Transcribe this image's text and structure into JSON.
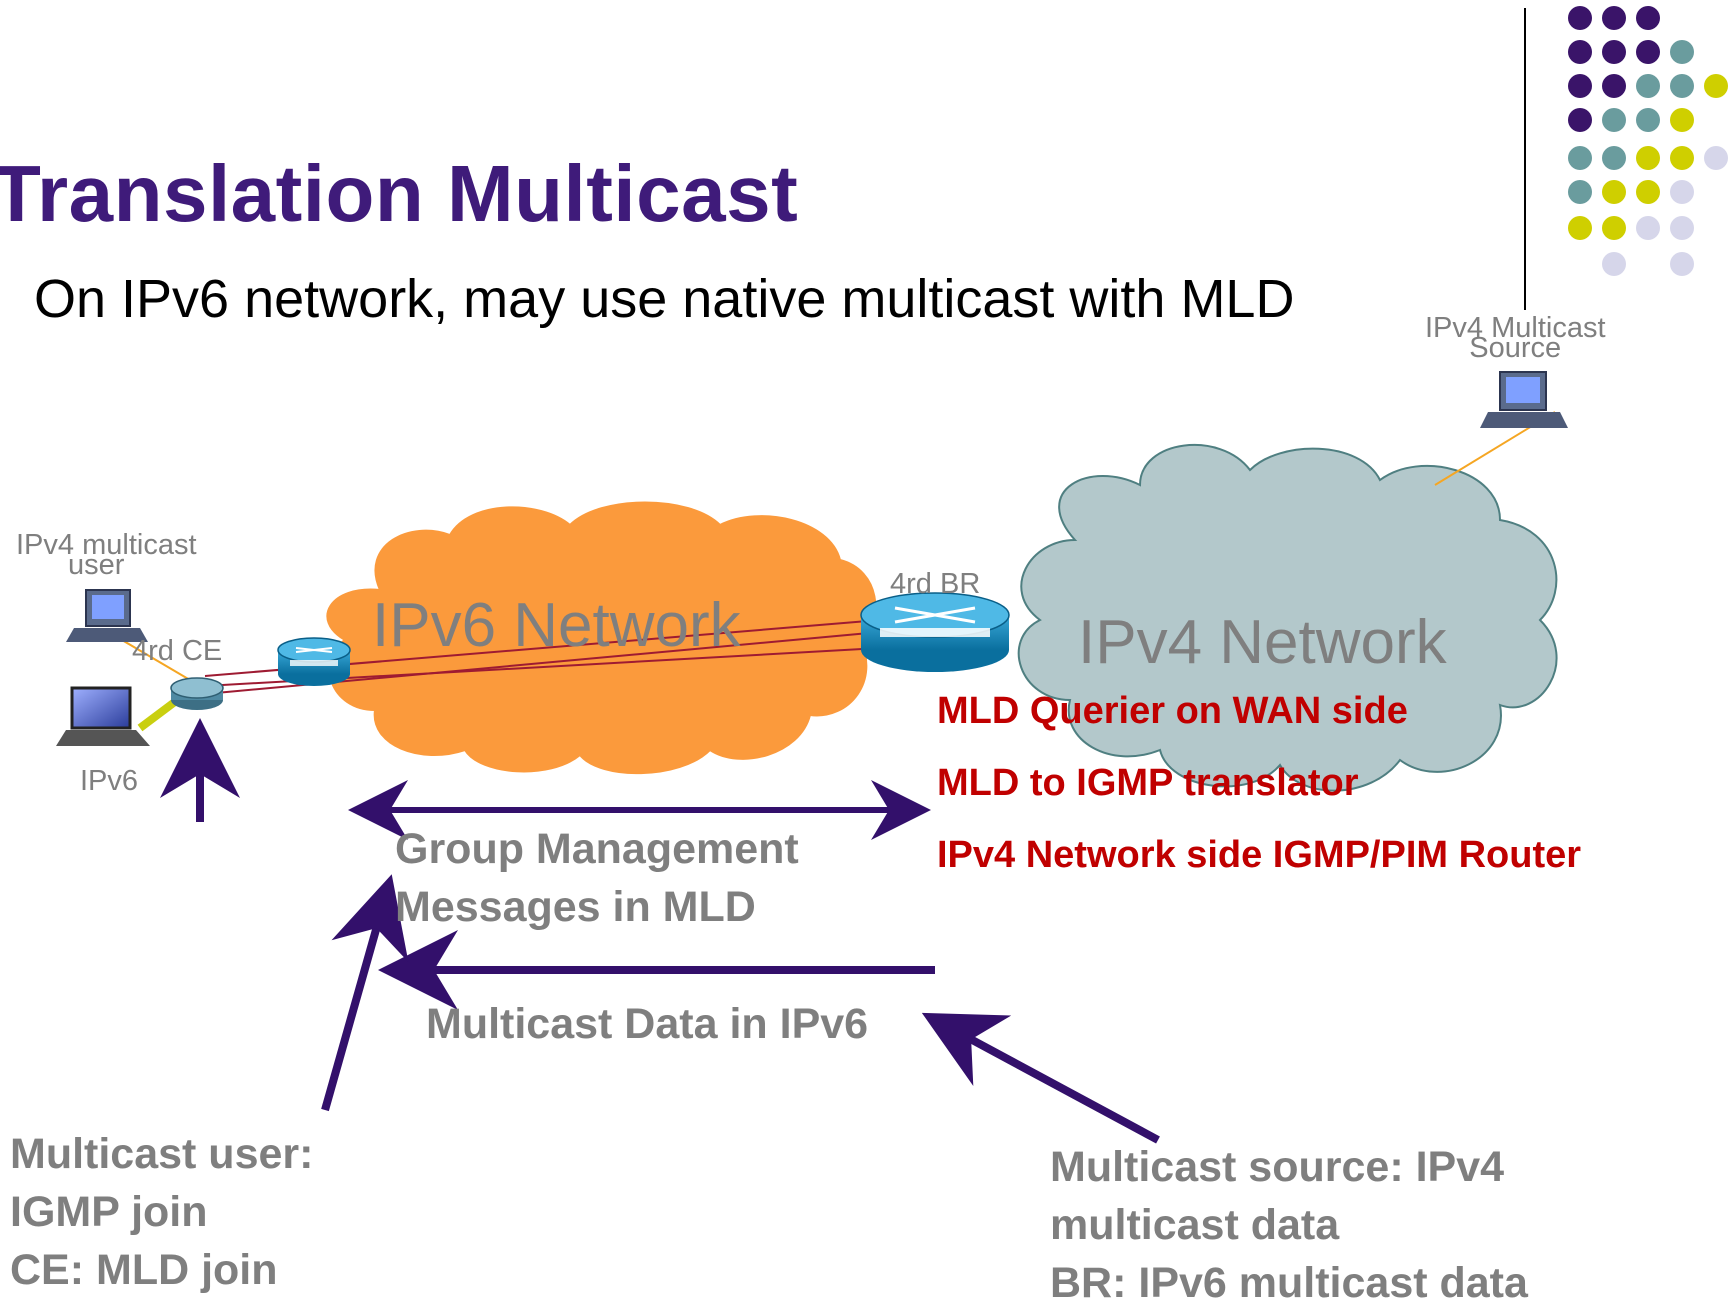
{
  "title": "Translation Multicast",
  "subtitle": "On IPv6 network, may use native multicast with MLD",
  "labels": {
    "ipv4_multicast_source": "IPv4 Multicast\nSource",
    "ipv4_multicast_user_line1": "IPv4 multicast",
    "ipv4_multicast_user_line2": "user",
    "ce": "4rd CE",
    "br": "4rd BR",
    "ipv6_host": "IPv6",
    "ipv6_network": "IPv6 Network",
    "ipv4_network": "IPv4 Network"
  },
  "br_functions": [
    "MLD Querier on WAN side",
    "MLD to IGMP translator",
    "IPv4 Network side IGMP/PIM Router"
  ],
  "annotations": {
    "group_mgmt_line1": "Group Management",
    "group_mgmt_line2": "Messages in MLD",
    "multicast_data": "Multicast Data in IPv6",
    "user_line1": "Multicast user:",
    "user_line2": "IGMP join",
    "user_line3": "CE: MLD join",
    "source_line1": "Multicast source: IPv4",
    "source_line2": "multicast data",
    "source_line3": "BR: IPv6 multicast data"
  },
  "colors": {
    "title": "#3f1b7a",
    "arrow": "#33106b",
    "red_text": "#c00000",
    "ipv6_cloud": "#fb9a3c",
    "ipv4_cloud": "#b3c8cb",
    "dot_purple": "#3a1469",
    "dot_teal": "#6a9c9e",
    "dot_yellow": "#cfcf00",
    "dot_lavender": "#d6d6ea"
  }
}
